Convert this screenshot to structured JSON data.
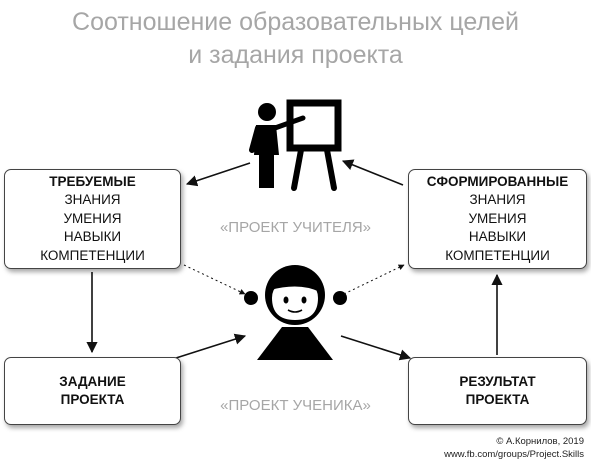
{
  "title": {
    "line1": "Соотношение образовательных целей",
    "line2": "и задания проекта"
  },
  "boxes": {
    "required": {
      "heading": "ТРЕБУЕМЫЕ",
      "items": [
        "ЗНАНИЯ",
        "УМЕНИЯ",
        "НАВЫКИ",
        "КОМПЕТЕНЦИИ"
      ]
    },
    "formed": {
      "heading": "СФОРМИРОВАННЫЕ",
      "items": [
        "ЗНАНИЯ",
        "УМЕНИЯ",
        "НАВЫКИ",
        "КОМПЕТЕНЦИИ"
      ]
    },
    "task": {
      "lines": [
        "ЗАДАНИЕ",
        "ПРОЕКТА"
      ]
    },
    "result": {
      "lines": [
        "РЕЗУЛЬТАТ",
        "ПРОЕКТА"
      ]
    }
  },
  "labels": {
    "teacher_project": "«ПРОЕКТ УЧИТЕЛЯ»",
    "student_project": "«ПРОЕКТ УЧЕНИКА»"
  },
  "icons": {
    "teacher": "teacher-at-board-icon",
    "student": "girl-student-icon"
  },
  "credit": {
    "line1": "© А.Корнилов, 2019",
    "line2": "www.fb.com/groups/Project.Skills"
  },
  "colors": {
    "title": "#a6a6a6",
    "label": "#a6a6a6",
    "stroke": "#111111"
  }
}
